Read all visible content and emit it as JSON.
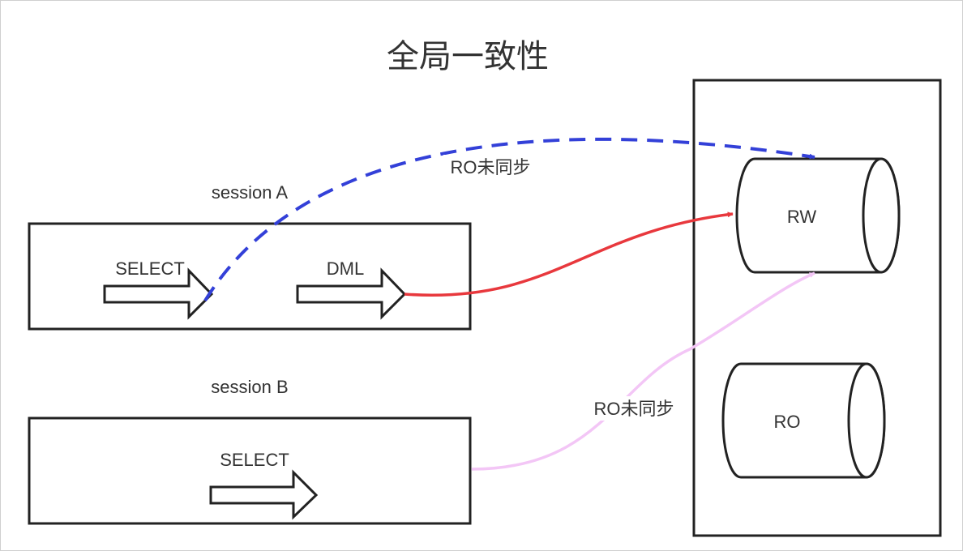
{
  "title": "全局一致性",
  "session_a": {
    "label": "session A",
    "select_label": "SELECT",
    "dml_label": "DML"
  },
  "session_b": {
    "label": "session B",
    "select_label": "SELECT"
  },
  "cluster": {
    "rw_label": "RW",
    "ro_label": "RO"
  },
  "edges": {
    "select_a_to_rw": {
      "label": "RO未同步",
      "color": "#3340d8",
      "style": "dashed"
    },
    "dml_to_rw": {
      "label": "",
      "color": "#e8383d",
      "style": "solid"
    },
    "select_b_to_rw": {
      "label": "RO未同步",
      "color": "#f3c6f6",
      "style": "solid"
    }
  }
}
